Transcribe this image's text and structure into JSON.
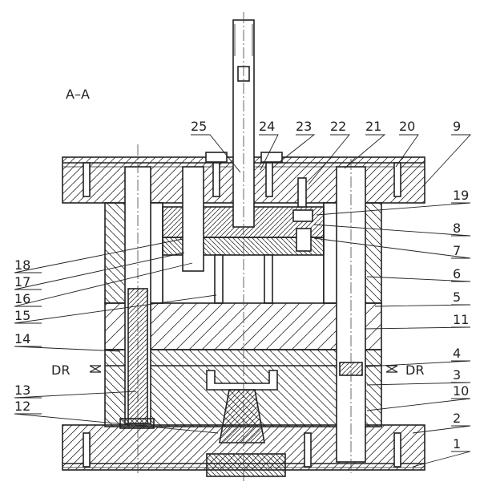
{
  "section_label": "A–A",
  "dr_label": "DR",
  "part_numbers": {
    "n1": "1",
    "n2": "2",
    "n3": "3",
    "n4": "4",
    "n5": "5",
    "n6": "6",
    "n7": "7",
    "n8": "8",
    "n9": "9",
    "n10": "10",
    "n11": "11",
    "n12": "12",
    "n13": "13",
    "n14": "14",
    "n15": "15",
    "n16": "16",
    "n17": "17",
    "n18": "18",
    "n19": "19",
    "n20": "20",
    "n21": "21",
    "n22": "22",
    "n23": "23",
    "n24": "24",
    "n25": "25"
  },
  "colors": {
    "line": "#222222",
    "hatch": "#333333",
    "background": "#ffffff"
  }
}
